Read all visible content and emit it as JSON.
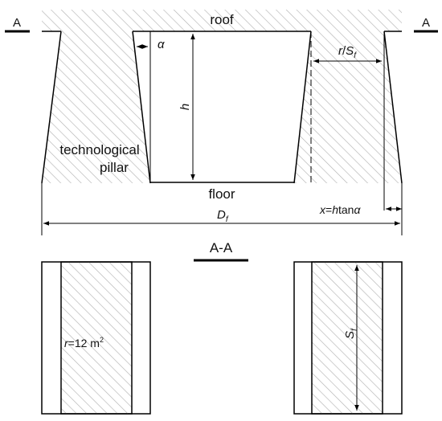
{
  "section_marker_left": "A",
  "section_marker_right": "A",
  "roof_label": "roof",
  "floor_label": "floor",
  "alpha_symbol": "α",
  "h_symbol": "h",
  "r_over_sf_r": "r",
  "r_over_sf_slash": "/",
  "r_over_sf_s": "S",
  "r_over_sf_sub": "f",
  "pillar_label_line1": "technological",
  "pillar_label_line2": "pillar",
  "df_symbol": "D",
  "df_sub": "f",
  "x_formula_x": "x",
  "x_formula_eq": "=",
  "x_formula_h": "h",
  "x_formula_tan": "tan",
  "x_formula_alpha": "α",
  "section_title": "A-A",
  "area_r": "r",
  "area_value": "=12 m",
  "area_exp": "2",
  "sf_s": "S",
  "sf_sub": "f",
  "colors": {
    "stroke": "#000000",
    "hatch": "#b4b4b4",
    "background": "#ffffff"
  }
}
